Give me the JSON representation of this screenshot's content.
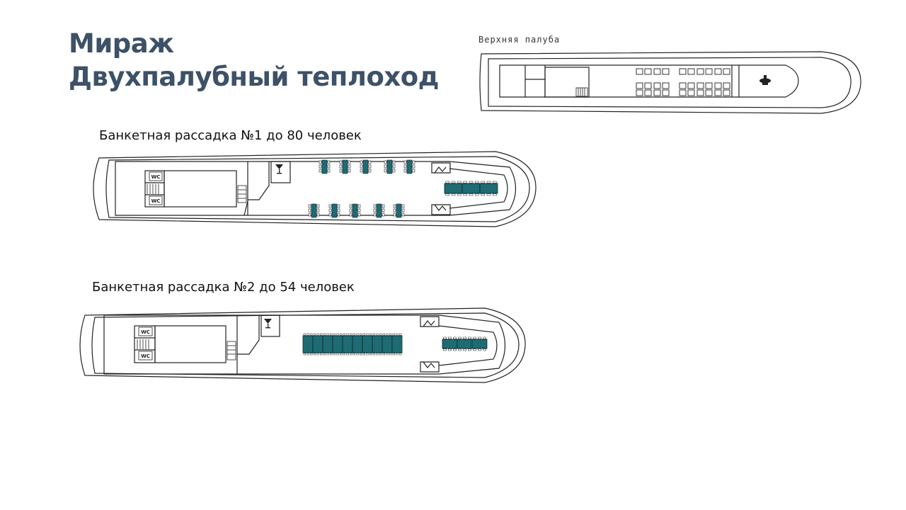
{
  "header": {
    "title_line1": "Мираж",
    "title_line2": "Двухпалубный теплоход"
  },
  "upper_deck": {
    "label": "Верхняя палуба"
  },
  "layouts": [
    {
      "caption": "Банкетная рассадка №1 до 80 человек"
    },
    {
      "caption": "Банкетная рассадка №2 до 54 человек"
    }
  ],
  "wc_label": "WC",
  "colors": {
    "title": "#3d5168",
    "table": "#1e6b73",
    "outline": "#222222"
  },
  "icons": [
    "cocktail-icon",
    "helm-icon",
    "stairs-icon",
    "wc-icon"
  ]
}
